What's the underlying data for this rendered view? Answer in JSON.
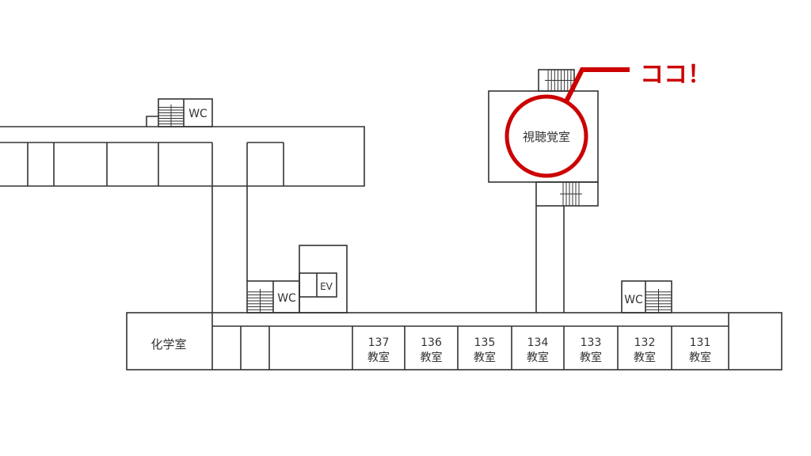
{
  "rooms": {
    "wc": "WC",
    "ev": "EV",
    "chemistry": "化学室",
    "audiovisual": "視聴覚室",
    "classroom_label": "教室",
    "classrooms": [
      "137",
      "136",
      "135",
      "134",
      "133",
      "132",
      "131"
    ]
  },
  "callout": {
    "text": "ココ！",
    "color": "#cc0000"
  }
}
